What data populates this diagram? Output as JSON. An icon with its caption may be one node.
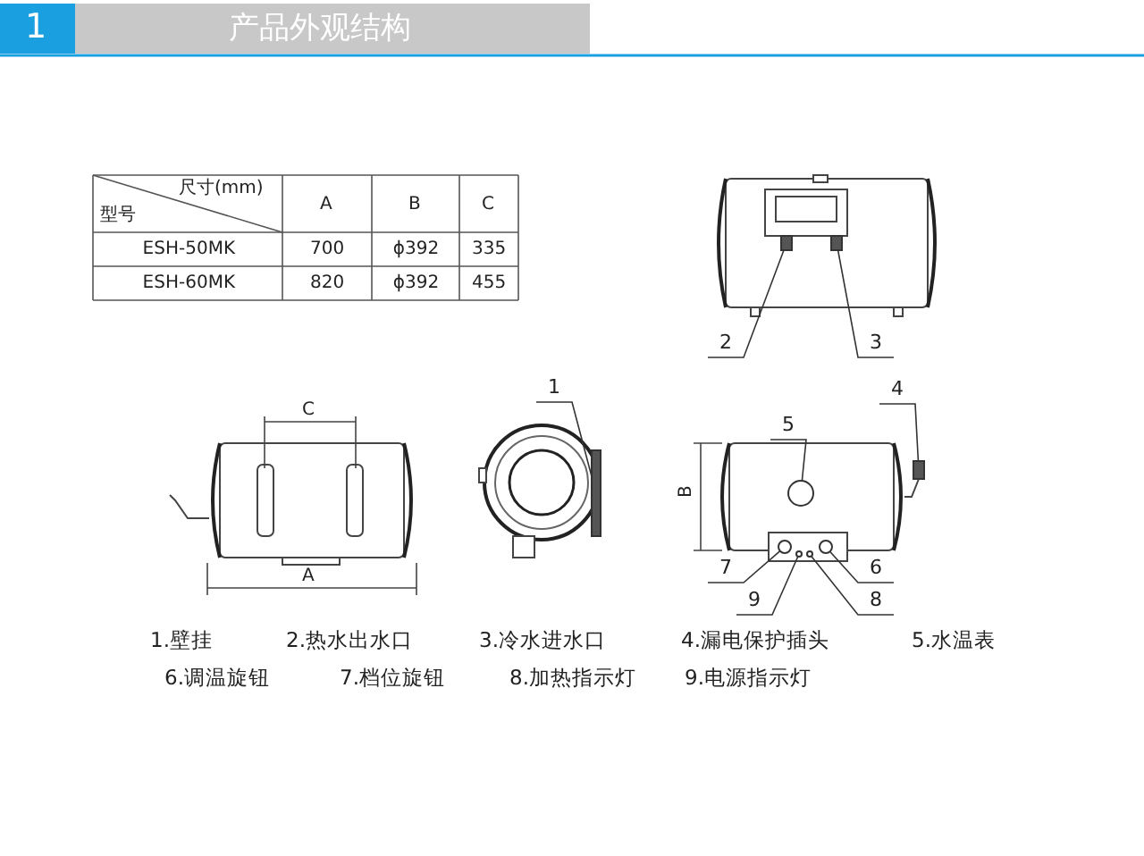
{
  "diagram": {
    "title": "产品外观结构",
    "nodes": [
      {
        "text": [
          "1"
        ]
      },
      {
        "text": [
          "2"
        ]
      },
      {
        "text": [
          "3"
        ]
      },
      {
        "text": [
          "4"
        ]
      },
      {
        "text": [
          "5"
        ]
      },
      {
        "text": [
          "6"
        ]
      },
      {
        "text": [
          "7"
        ]
      },
      {
        "text": [
          "8"
        ]
      },
      {
        "text": [
          "9"
        ]
      },
      {
        "text": [],
        "shape": "box"
      },
      {
        "text": [],
        "shape": "box"
      },
      {
        "text": [],
        "shape": "box"
      },
      {
        "text": [],
        "shape": "box"
      },
      {
        "text": [],
        "shape": "circle"
      },
      {
        "text": [],
        "shape": "circle"
      },
      {
        "text": [],
        "shape": "circle"
      },
      {
        "text": [],
        "shape": "circle"
      },
      {
        "text": [],
        "shape": "circle"
      }
    ],
    "edges": [
      {
        "from": 0,
        "to": 9,
        "arrow": "none"
      },
      {
        "from": 1,
        "to": 10,
        "arrow": "none"
      },
      {
        "from": 2,
        "to": 11,
        "arrow": "none"
      },
      {
        "from": 3,
        "to": 12,
        "arrow": "none"
      },
      {
        "from": 4,
        "to": 13,
        "arrow": "none"
      },
      {
        "from": 5,
        "to": 14,
        "arrow": "none"
      },
      {
        "from": 6,
        "to": 15,
        "arrow": "none"
      },
      {
        "from": 7,
        "to": 16,
        "arrow": "none"
      },
      {
        "from": 8,
        "to": 17,
        "arrow": "none"
      }
    ],
    "labels": [
      "1",
      "尺寸(mm)",
      "型号",
      "A",
      "B",
      "C",
      "ESH-50MK",
      "700",
      "ϕ392",
      "335",
      "ESH-60MK",
      "820",
      "ϕ392",
      "455",
      "C",
      "A",
      "B",
      "1.壁挂",
      "2.热水出水口",
      "3.冷水进水口",
      "4.漏电保护插头",
      "5.水温表",
      "6.调温旋钮",
      "7.档位旋钮",
      "8.加热指示灯",
      "9.电源指示灯"
    ]
  }
}
